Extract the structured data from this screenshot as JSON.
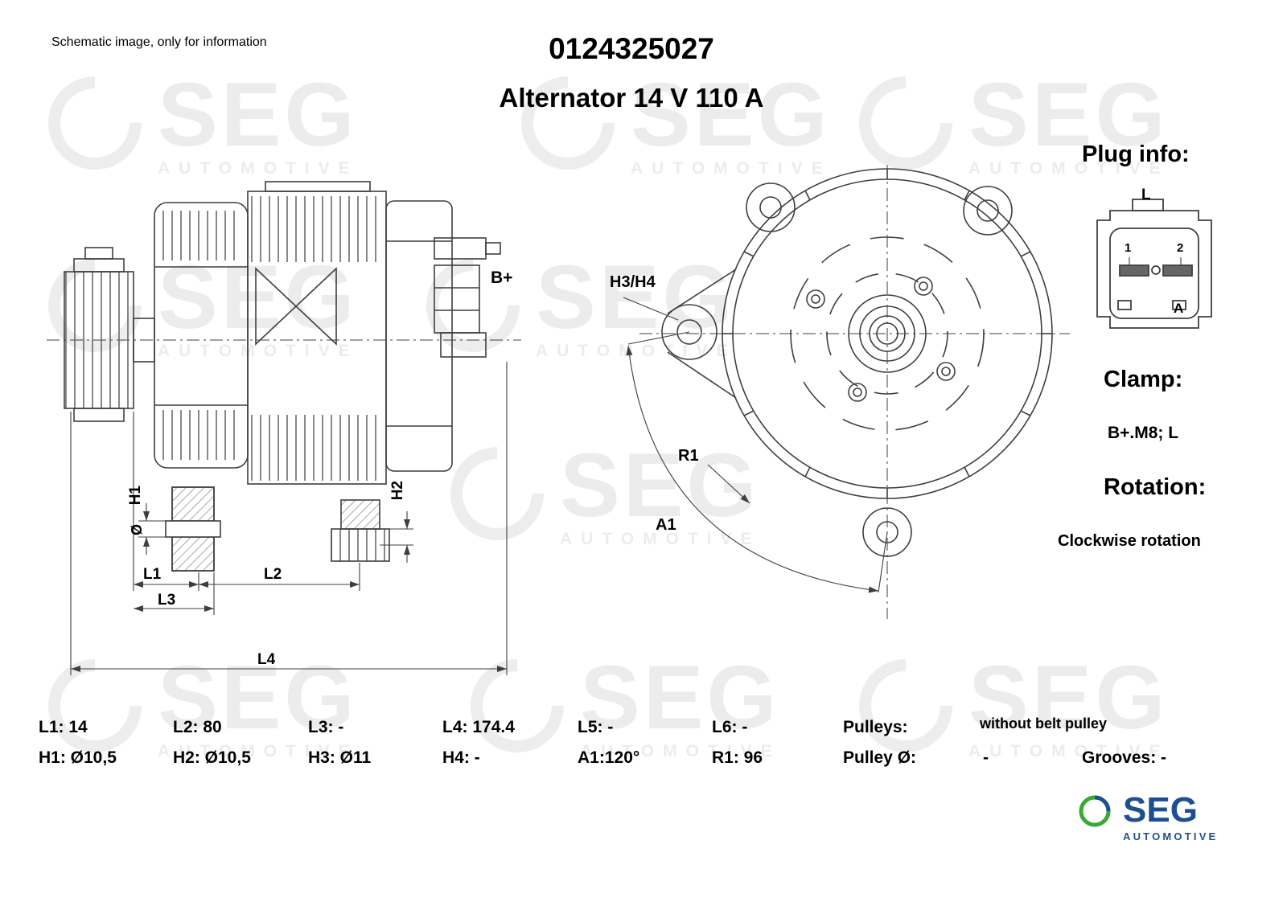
{
  "colors": {
    "seg_blue": "#1d4f91",
    "seg_green": "#39a935",
    "drawing_line": "#3f3f3f",
    "watermark_gray": "#ececec"
  },
  "header": {
    "disclaimer": "Schematic image, only for information",
    "part_number": "0124325027",
    "title": "Alternator 14 V 110 A"
  },
  "watermark": {
    "text": "SEG",
    "subtext": "AUTOMOTIVE"
  },
  "side_view": {
    "labels": {
      "b_plus": "B+",
      "h1": "H1",
      "h2": "H2",
      "l1": "L1",
      "l2": "L2",
      "l3": "L3",
      "l4": "L4",
      "diameter": "Ø"
    }
  },
  "front_view": {
    "labels": {
      "h3_h4": "H3/H4",
      "r1": "R1",
      "a1": "A1"
    }
  },
  "plug_info": {
    "heading": "Plug info:",
    "type": "L",
    "pins": {
      "pin1": "1",
      "pin2": "2",
      "pin_a": "A"
    }
  },
  "clamp": {
    "heading": "Clamp:",
    "value": "B+.M8; L"
  },
  "rotation": {
    "heading": "Rotation:",
    "value": "Clockwise rotation"
  },
  "specs": {
    "row1": [
      "L1: 14",
      "L2: 80",
      "L3: -",
      "L4: 174.4",
      "L5: -",
      "L6: -",
      "Pulleys:",
      "without belt pulley"
    ],
    "row2": [
      "H1: Ø10,5",
      "H2: Ø10,5",
      "H3: Ø11",
      "H4: -",
      "A1:120°",
      "R1: 96",
      "Pulley Ø:",
      "-",
      "Grooves: -"
    ]
  },
  "logo": {
    "name": "SEG",
    "subtitle": "AUTOMOTIVE"
  }
}
